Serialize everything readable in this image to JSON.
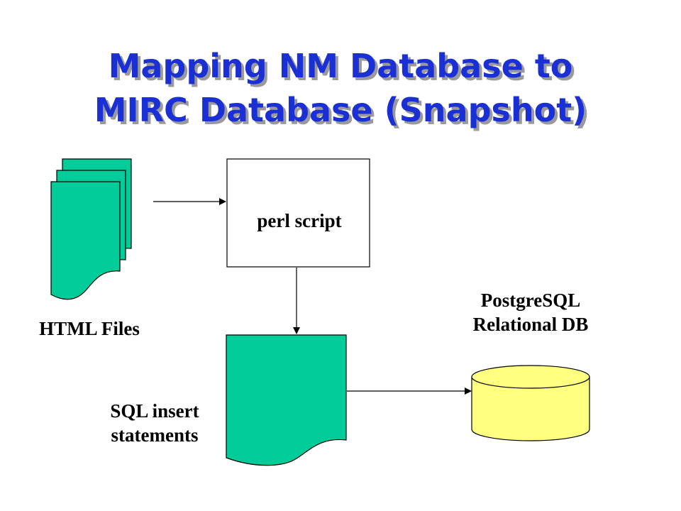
{
  "title": {
    "line1": "Mapping NM Database to",
    "line2": "MIRC Database (Snapshot)"
  },
  "nodes": {
    "html_files": {
      "label": "HTML Files"
    },
    "perl_script": {
      "label": "perl script"
    },
    "sql_statements": {
      "label_line1": "SQL insert",
      "label_line2": "statements"
    },
    "postgres": {
      "label_line1": "PostgreSQL",
      "label_line2": "Relational DB"
    }
  },
  "colors": {
    "title": "#1a2fd4",
    "document_fill": "#00cc99",
    "database_fill": "#ffff80"
  }
}
